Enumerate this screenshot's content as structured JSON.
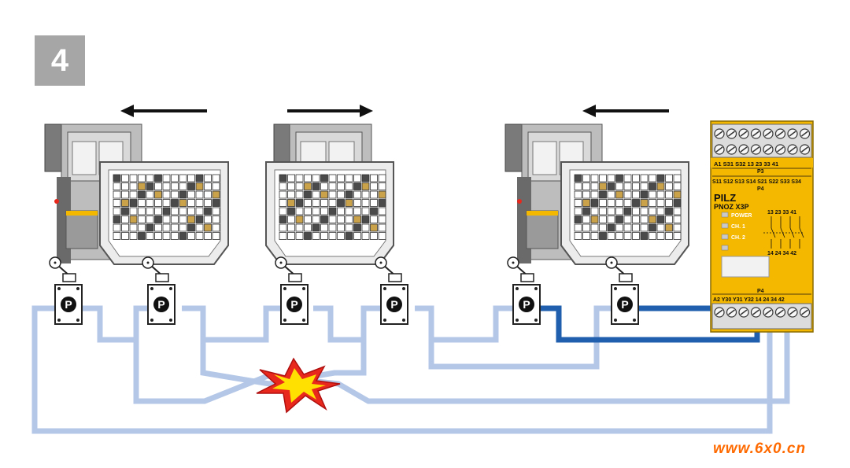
{
  "step": {
    "number": "4"
  },
  "colors": {
    "cable_light": "#b4c7e7",
    "cable_dark": "#1f5fae",
    "relay_yellow": "#f5b800",
    "explosion_red": "#e8281c",
    "explosion_yellow": "#ffe000",
    "machine_gray": "#8c8c8c",
    "watermark": "#ff6a00"
  },
  "machines": [
    {
      "motion": "left",
      "arrow_icon": "arrow-left-icon"
    },
    {
      "motion": "right",
      "arrow_icon": "arrow-right-icon"
    },
    {
      "motion": "left",
      "arrow_icon": "arrow-left-icon"
    }
  ],
  "switches": {
    "label": "P",
    "count": 6
  },
  "relay": {
    "brand": "PILZ",
    "model": "PNOZ X3P",
    "terminal_top_row": "A1  S31 S32  13  23  33  41",
    "block_p3": "P3",
    "terminal_mid_row": "S11 S12 S13 S14 S21 S22 S33 S34",
    "block_p4_top": "P4",
    "leds": [
      "POWER",
      "CH. 1",
      "CH. 2"
    ],
    "contact_numbers_top": "13 23 33 41",
    "contact_numbers_bottom": "14 24 34 42",
    "block_p4_bottom": "P4",
    "terminal_bottom_row": "A2 Y30 Y31 Y32 14  24  34  42"
  },
  "fault": {
    "icon": "explosion-icon"
  },
  "watermark": {
    "text": "www.6x0.cn"
  }
}
